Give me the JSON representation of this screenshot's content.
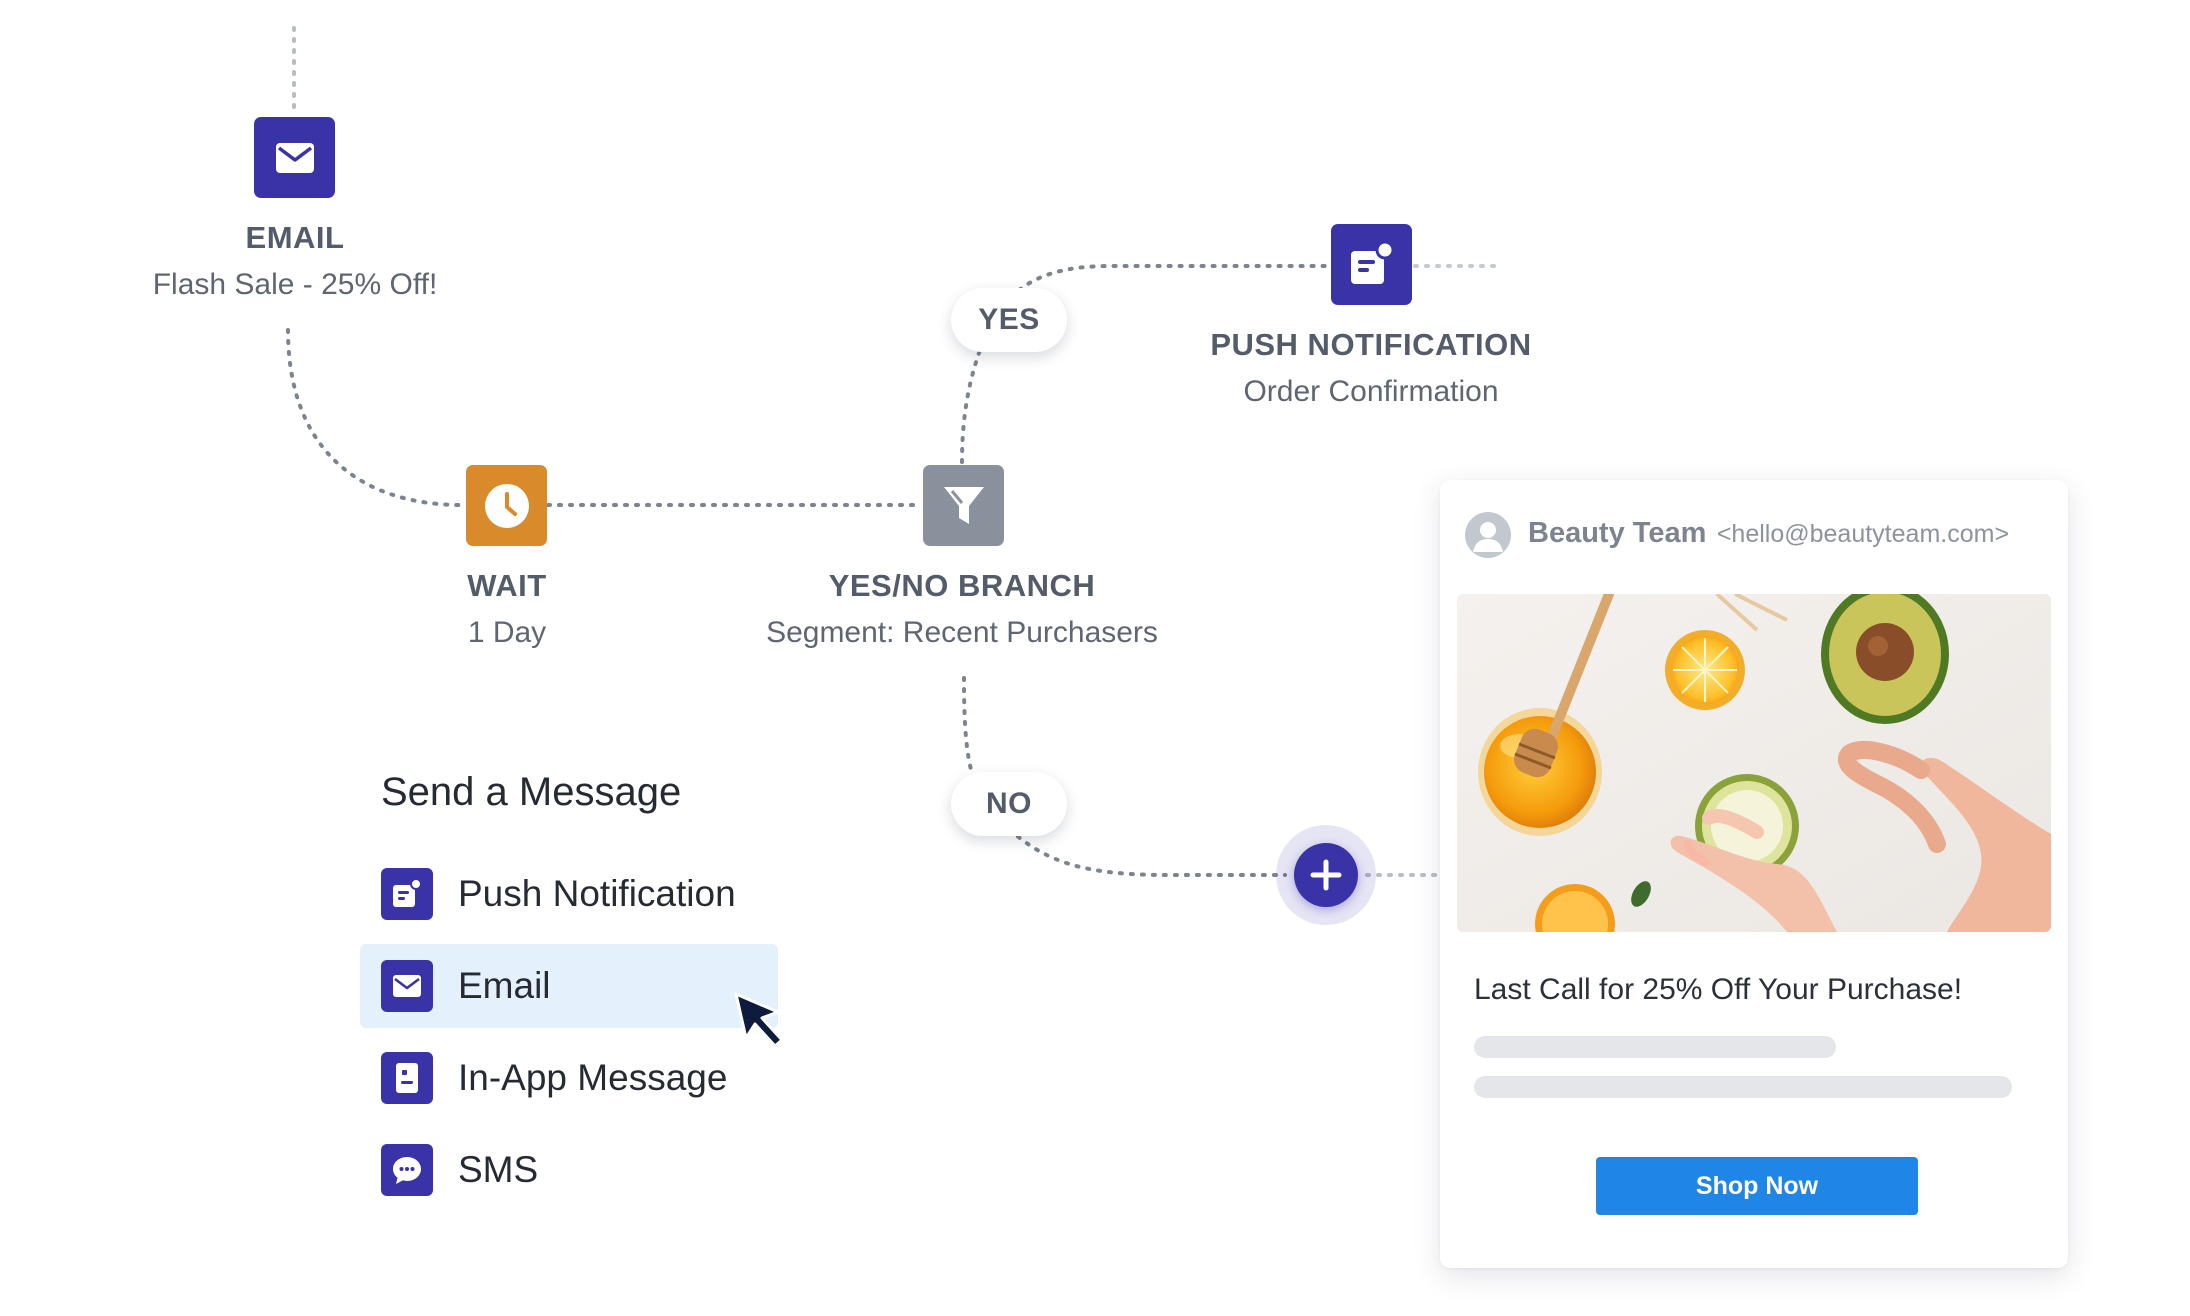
{
  "nodes": {
    "email": {
      "title": "EMAIL",
      "subtitle": "Flash Sale - 25% Off!",
      "icon": "envelope-icon",
      "color": "#3a33a8"
    },
    "wait": {
      "title": "WAIT",
      "subtitle": "1 Day",
      "icon": "clock-icon",
      "color": "#d98a2b"
    },
    "branch": {
      "title": "YES/NO BRANCH",
      "subtitle": "Segment: Recent Purchasers",
      "icon": "filter-icon",
      "color": "#8a919d"
    },
    "push": {
      "title": "PUSH NOTIFICATION",
      "subtitle": "Order Confirmation",
      "icon": "push-notification-icon",
      "color": "#3a33a8"
    }
  },
  "branches": {
    "yes_label": "YES",
    "no_label": "NO"
  },
  "add_step": {
    "icon": "plus-icon"
  },
  "send_menu": {
    "heading": "Send a Message",
    "items": [
      {
        "label": "Push Notification",
        "icon": "push-notification-icon",
        "selected": false
      },
      {
        "label": "Email",
        "icon": "envelope-icon",
        "selected": true
      },
      {
        "label": "In-App Message",
        "icon": "in-app-message-icon",
        "selected": false
      },
      {
        "label": "SMS",
        "icon": "chat-bubble-icon",
        "selected": false
      }
    ]
  },
  "email_preview": {
    "sender_name": "Beauty Team",
    "sender_email": "<hello@beautyteam.com>",
    "subject": "Last Call for 25% Off Your Purchase!",
    "cta_label": "Shop Now",
    "cta_color": "#1f86e8"
  },
  "colors": {
    "brand": "#3a33a8",
    "selected_bg": "#e4f0fb",
    "connector": "#7d848f"
  }
}
